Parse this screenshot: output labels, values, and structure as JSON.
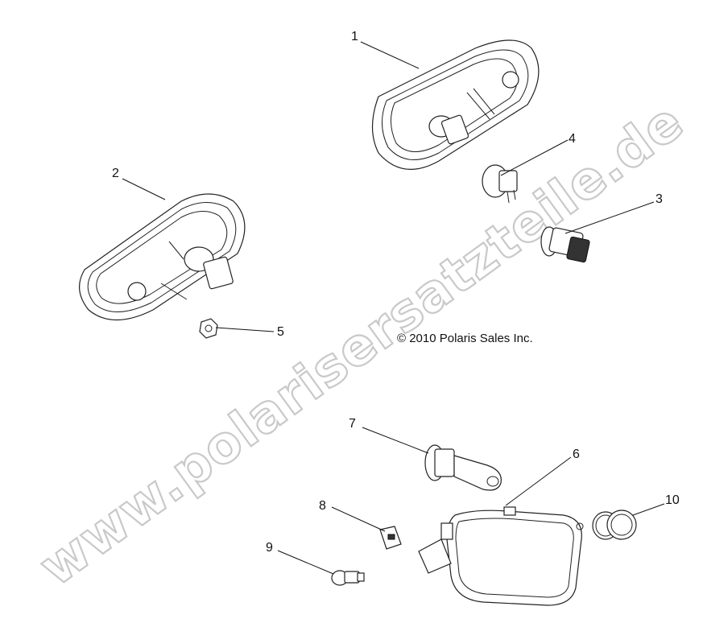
{
  "copyright": "© 2010 Polaris Sales Inc.",
  "watermark": "www.polarisersatzteile.de",
  "callouts": [
    {
      "id": "1",
      "label": "1"
    },
    {
      "id": "2",
      "label": "2"
    },
    {
      "id": "3",
      "label": "3"
    },
    {
      "id": "4",
      "label": "4"
    },
    {
      "id": "5",
      "label": "5"
    },
    {
      "id": "6",
      "label": "6"
    },
    {
      "id": "7",
      "label": "7"
    },
    {
      "id": "8",
      "label": "8"
    },
    {
      "id": "9",
      "label": "9"
    },
    {
      "id": "10",
      "label": "10"
    }
  ],
  "colors": {
    "line": "#111111",
    "watermark": "#c9c9c9",
    "background": "#ffffff"
  }
}
